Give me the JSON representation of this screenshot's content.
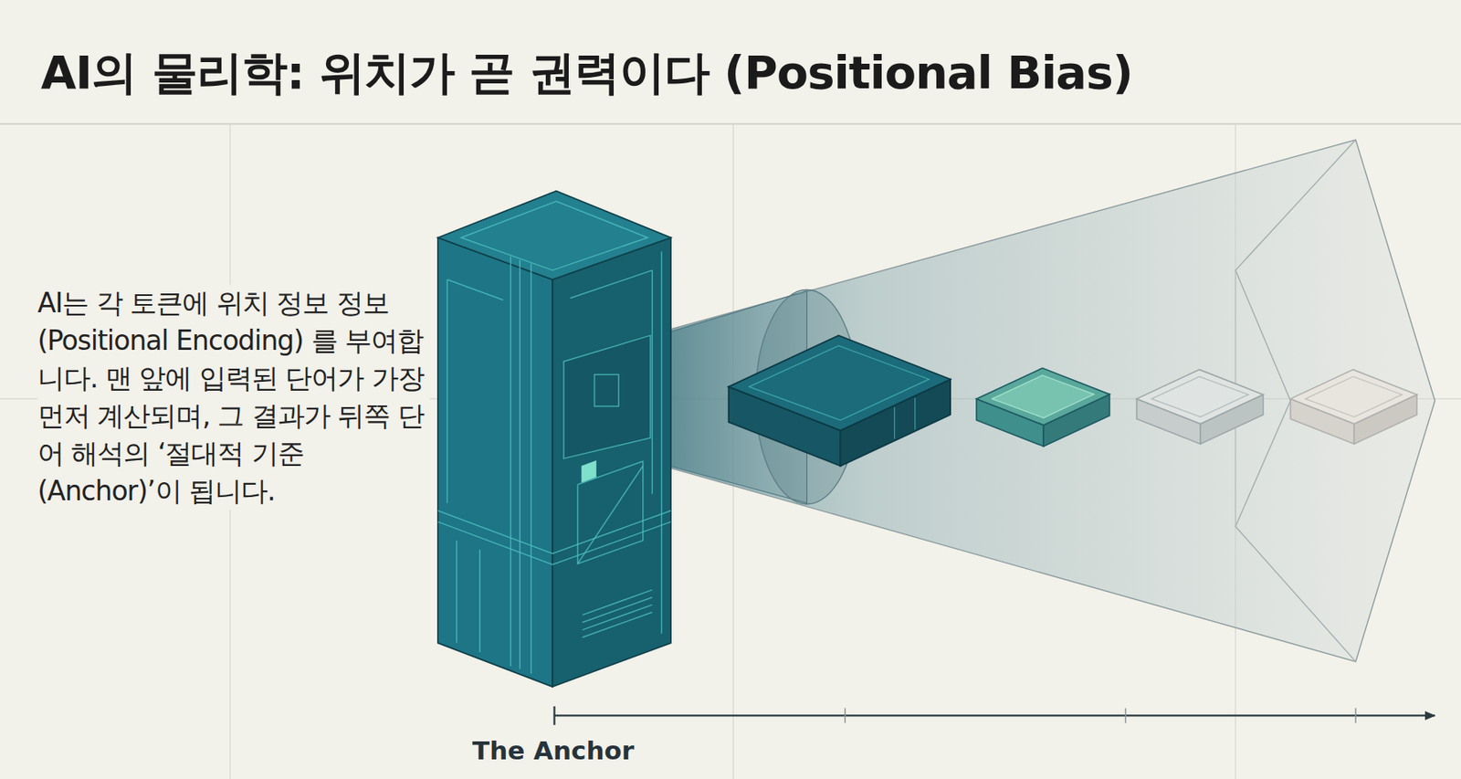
{
  "diagram": {
    "title": "AI의 물리학: 위치가 곧 권력이다 (Positional Bias)",
    "labels": [
      "AI는 각 토큰에 위치 정보 정보(Positional Encoding) 를 부여합니다. 맨 앞에 입력된 단어가 가장 먼저 계산되며, 그 결과가 뒤쪽 단어 해석의 ‘절대적 기준(Anchor)’이 됩니다.",
      "The Anchor"
    ]
  }
}
